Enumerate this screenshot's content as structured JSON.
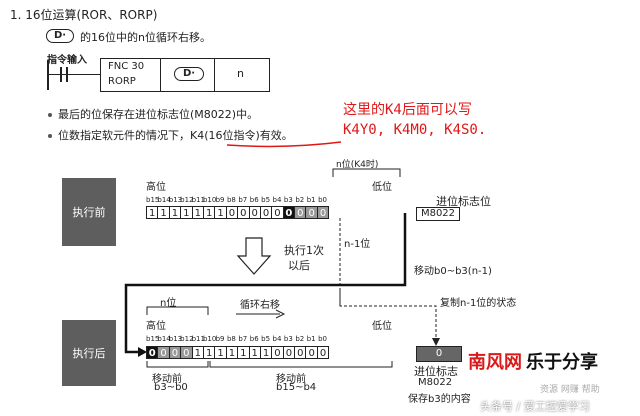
{
  "heading": "1. 16位运算(ROR、RORP)",
  "func": {
    "badge": "D·",
    "desc": "的16位中的n位循环右移。"
  },
  "ladder": {
    "label": "指令输入",
    "fnc_line1": "FNC 30",
    "fnc_line2": "RORP",
    "badge": "D·",
    "n": "n"
  },
  "bullets": [
    "最后的位保存在进位标志位(M8022)中。",
    "位数指定软元件的情况下，K4(16位指令)有效。"
  ],
  "note": {
    "line1": "这里的K4后面可以写",
    "line2": "K4Y0, K4M0, K4S0."
  },
  "diagram": {
    "stage_before": "执行前",
    "stage_after": "执行后",
    "high": "高位",
    "low": "低位",
    "n_k4": "n位(K4时)",
    "n_minus_1": "n-1位",
    "carry_label": "进位标志位",
    "carry_box": "M8022",
    "exec_once_1": "执行1次",
    "exec_once_2": "以后",
    "move": "移动b0~b3(n-1)",
    "copy": "复制n-1位的状态",
    "n_bits": "n位",
    "rotate": "循环右移",
    "bit_labels": [
      "b15",
      "b14",
      "b13",
      "b12",
      "b11",
      "b10",
      "b9",
      "b8",
      "b7",
      "b6",
      "b5",
      "b4",
      "b3",
      "b2",
      "b1",
      "b0"
    ],
    "before_bits": [
      "1",
      "1",
      "1",
      "1",
      "1",
      "1",
      "1",
      "0",
      "0",
      "0",
      "0",
      "0",
      "0",
      "0",
      "0",
      "0"
    ],
    "after_bits": [
      "0",
      "0",
      "0",
      "0",
      "1",
      "1",
      "1",
      "1",
      "1",
      "1",
      "1",
      "0",
      "0",
      "0",
      "0",
      "0"
    ],
    "carry_before": "",
    "carry_after": "0",
    "moved_left_1": "移动前",
    "moved_left_2": "b3~b0",
    "moved_mid_1": "移动前",
    "moved_mid_2": "b15~b4",
    "carry_after_1": "进位标志",
    "carry_after_2": "M8022",
    "carry_after_3": "保存b3的内容"
  },
  "watermark": {
    "brand_red": "南风网",
    "brand_black": "乐于分享",
    "sub": "资源 网赚 帮助",
    "footer": "头条号 / 爱工控爱学习"
  }
}
